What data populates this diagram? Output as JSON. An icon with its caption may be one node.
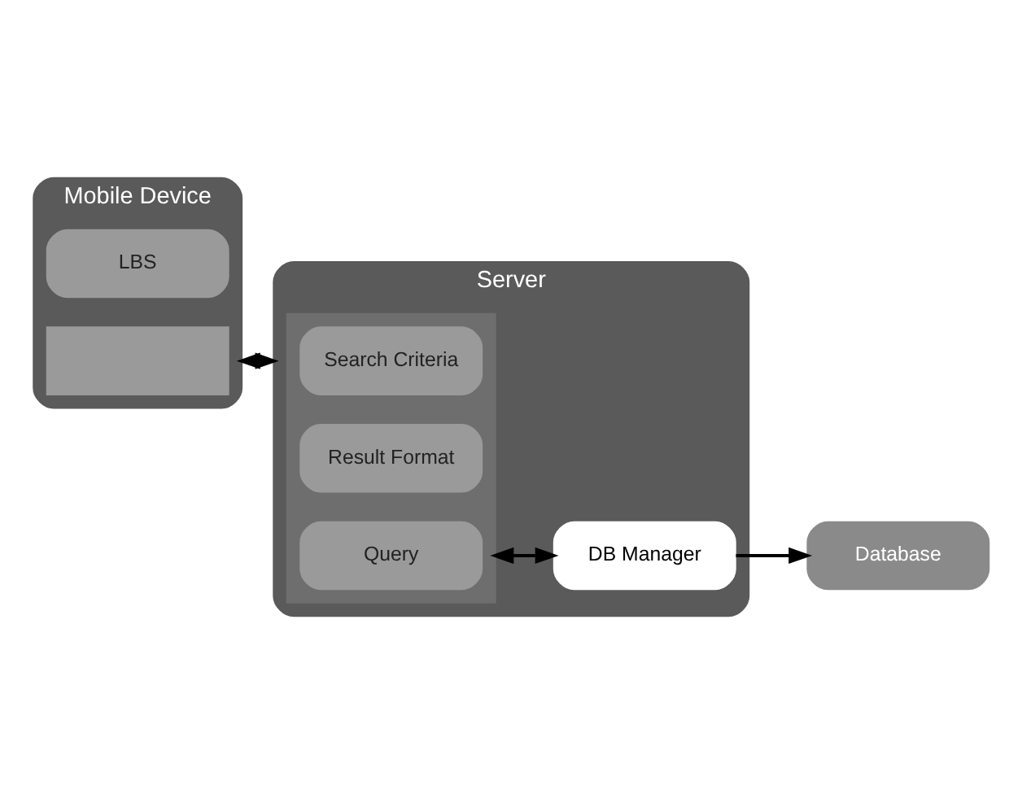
{
  "diagram": {
    "nodes": [
      {
        "text": [
          "Mobile Device"
        ]
      },
      {
        "text": [
          "LBS"
        ],
        "in": 0
      },
      {
        "text": [],
        "shape": "box",
        "in": 0
      },
      {
        "text": [
          "Server"
        ]
      },
      {
        "text": [],
        "shape": "box",
        "in": 3
      },
      {
        "text": [
          "Search Criteria"
        ],
        "in": 4
      },
      {
        "text": [
          "Result Format"
        ],
        "in": 4
      },
      {
        "text": [
          "Query"
        ],
        "in": 4
      },
      {
        "text": [
          "DB Manager"
        ],
        "in": 3
      },
      {
        "text": [
          "Database"
        ]
      }
    ],
    "edges": [
      {
        "from": 0,
        "to": 3,
        "arrow": "both"
      },
      {
        "from": 4,
        "to": 8,
        "arrow": "both"
      },
      {
        "from": 8,
        "to": 9,
        "arrow": "to"
      }
    ]
  }
}
